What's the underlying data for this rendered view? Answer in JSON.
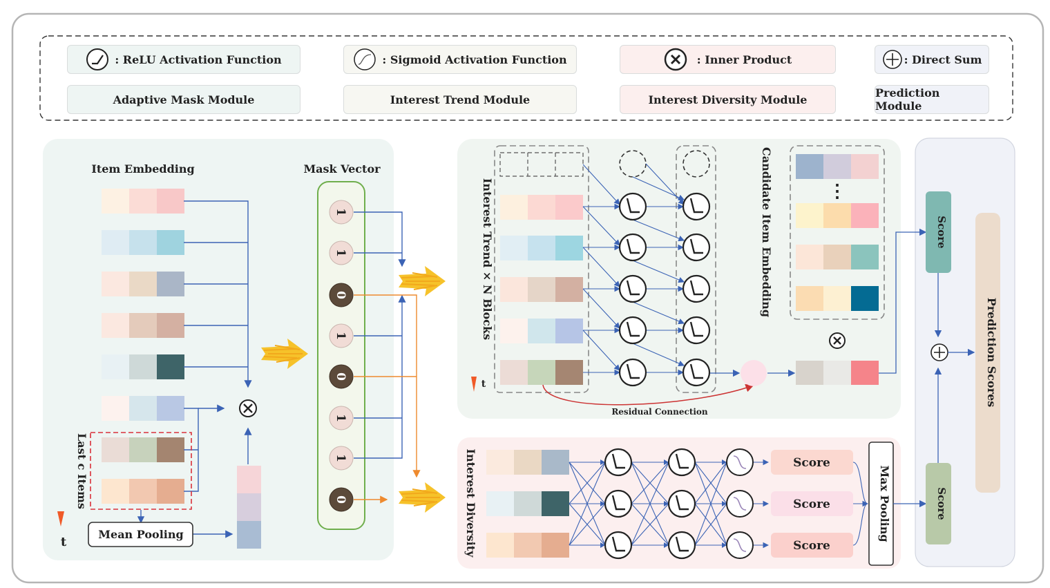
{
  "legend": {
    "relu": "ReLU Activation Function",
    "sigmoid": "Sigmoid Activation Function",
    "inner": "Inner Product",
    "sum": "Direct Sum",
    "adaptive": "Adaptive Mask Module",
    "trend_module": "Interest Trend Module",
    "diversity_module": "Interest Diversity Module",
    "prediction_module": "Prediction Module",
    "colors": {
      "adaptive": "#eef5f3",
      "trend": "#f7f7f2",
      "diversity": "#fcefee",
      "prediction": "#f0f2f8"
    }
  },
  "mask_module": {
    "item_embedding": "Item Embedding",
    "mask_vector": "Mask Vector",
    "mask_values": [
      "1",
      "1",
      "0",
      "1",
      "0",
      "1",
      "1",
      "0"
    ],
    "last_items": "Last c Items",
    "time": "t",
    "mean_pooling": "Mean Pooling",
    "embedding_colors": [
      [
        "#fdf1e3",
        "#fbdcd6",
        "#f8c8c8"
      ],
      [
        "#dfecf3",
        "#c6e1ec",
        "#9fd3df"
      ],
      [
        "#fbe8e0",
        "#ead9c6",
        "#aab6c7"
      ],
      [
        "#fbe8e0",
        "#e4cbbb",
        "#d4b0a2"
      ],
      [
        "#e8f1f4",
        "#ced9d8",
        "#3e6468"
      ],
      [
        "#fdf2ee",
        "#d6e6ec",
        "#b9c8e4"
      ],
      [
        "#eadcd6",
        "#c7d2bc",
        "#a48570"
      ],
      [
        "#fde6cf",
        "#f2c8b0",
        "#e5ad90"
      ]
    ],
    "pooled_colors": [
      "#f6d5d8",
      "#d7cedd",
      "#a9bcd3"
    ]
  },
  "trend": {
    "label": "Interest Trend × N Blocks",
    "time": "t",
    "candidate_label": "Candidate Item Embedding",
    "residual": "Residual Connection",
    "ellipsis": "⋮",
    "embedding_colors": [
      [
        "#fdf0df",
        "#fcd9d3",
        "#fbcacb"
      ],
      [
        "#e1eef4",
        "#c6e2ee",
        "#9dd6e1"
      ],
      [
        "#fbe6dc",
        "#e5d5c8",
        "#d3b0a2"
      ],
      [
        "#fdf2ed",
        "#d0e6ec",
        "#b6c5e6"
      ],
      [
        "#ecdcd6",
        "#c6d6ba",
        "#a58672"
      ]
    ],
    "candidate_colors": [
      [
        "#9db3cd",
        "#d1ccdc",
        "#f3d1d1"
      ],
      [
        "#fdf3cc",
        "#fcdcac",
        "#fbb2ba"
      ],
      [
        "#fce6d8",
        "#e9d1bb",
        "#8bc4bd"
      ],
      [
        "#fbdcb2",
        "#fdf0d2",
        "#046b93"
      ]
    ],
    "output_colors": [
      "#d8d3cc",
      "#e9e9e6",
      "#f5848a"
    ]
  },
  "diversity": {
    "label": "Interest Diversity",
    "scores": [
      "Score",
      "Score",
      "Score"
    ],
    "max_pooling": "Max Pooling",
    "embedding_colors": [
      [
        "#fbeade",
        "#ead8c4",
        "#a9b9c9"
      ],
      [
        "#e8f1f4",
        "#cfd9d8",
        "#3e6468"
      ],
      [
        "#fde6cf",
        "#f2c9b1",
        "#e5ad90"
      ]
    ]
  },
  "prediction": {
    "score_top": "Score",
    "score_bottom": "Score",
    "prediction_scores": "Prediction Scores"
  },
  "icons": [
    "relu-icon",
    "sigmoid-icon",
    "inner-product-icon",
    "direct-sum-icon",
    "yellow-arrow-icon"
  ]
}
